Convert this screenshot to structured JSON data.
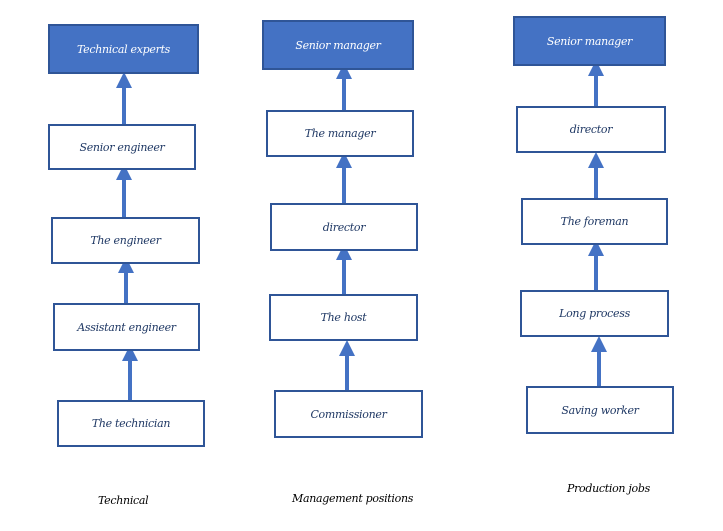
{
  "columns": [
    {
      "caption": "Technical",
      "levels": [
        "Technical experts",
        "Senior engineer",
        "The engineer",
        "Assistant engineer",
        "The technician"
      ]
    },
    {
      "caption": "Management positions",
      "levels": [
        "Senior manager",
        "The manager",
        "director",
        "The host",
        "Commissioner"
      ]
    },
    {
      "caption": "Production jobs",
      "levels": [
        "Senior manager",
        "director",
        "The foreman",
        "Long process",
        "Saving worker"
      ]
    }
  ],
  "colors": {
    "top_fill": "#4472c4",
    "border": "#2f5597",
    "arrow": "#4472c4",
    "box_text": "#1f3864"
  }
}
